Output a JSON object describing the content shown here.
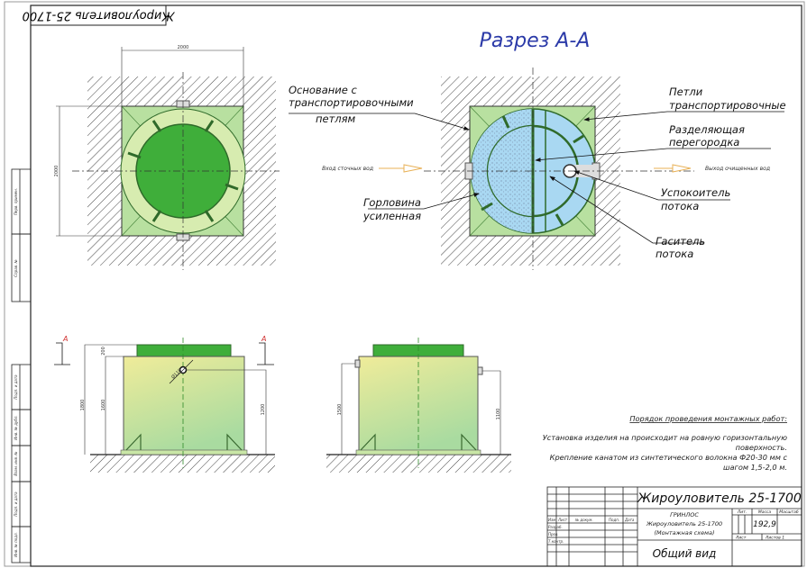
{
  "drawing": {
    "stamp_title": "Жироуловитель 25-1700",
    "section_title": "Разрез А-А",
    "section_marker": "А",
    "colors": {
      "section_title": "#2b3aa8",
      "green_dark": "#3fae3a",
      "green_light": "#b8e0a0",
      "water": "#a9d8f2",
      "flow_arrow": "#e8b055",
      "section_marker": "#d03030"
    }
  },
  "plan_view": {
    "dim_width": "2000",
    "dim_height": "2000"
  },
  "section_view": {
    "inlet_label": "Вход сточных вод",
    "outlet_label": "Выход очищенных вод",
    "callouts": {
      "base": [
        "Основание с",
        "транспортировочными",
        "петлям"
      ],
      "neck": [
        "Горловина",
        "усиленная"
      ],
      "loops": [
        "Петли",
        "транспортировочные"
      ],
      "partition": [
        "Разделяющая",
        "перегородка"
      ],
      "calmer": [
        "Успокоитель",
        "потока"
      ],
      "damper": [
        "Гаситель",
        "потока"
      ]
    }
  },
  "side_view_left": {
    "dim_total": "1800",
    "dim_body": "1600",
    "dim_lid": "200",
    "dim_pipe": "1200",
    "pipe_dia": "Ø110"
  },
  "side_view_right": {
    "dim_inlet": "1500",
    "dim_outlet": "1100"
  },
  "notes": {
    "heading": "Порядок проведения монтажных работ:",
    "lines": [
      "Установка изделия на происходит на ровную горизонтальную",
      "поверхность.",
      "Крепление канатом из синтетического волокна Ф20-30 мм с",
      "шагом 1,5-2,0 м."
    ]
  },
  "side_stamps": [
    "Перв. примен.",
    "Справ. №",
    "Подп. и дата",
    "Инв. № дубл.",
    "Взам. инв. №",
    "Подп. и дата",
    "Инв. № подл."
  ],
  "title_block": {
    "product": "Жироуловитель 25-1700",
    "company": "ГРИНЛОС",
    "doc_name": "Жироуловитель 25-1700",
    "doc_type": "(Монтажная схема)",
    "sheet_title": "Общий вид",
    "col_headers": [
      "Изм",
      "Лист",
      "№ докум.",
      "Подп.",
      "Дата"
    ],
    "roles": [
      "Разраб.",
      "Пров.",
      "Т.контр."
    ],
    "lit_label": "Лит.",
    "mass_label": "Масса",
    "scale_label": "Масштаб",
    "mass_value": "192,9",
    "sheet_label": "Лист",
    "sheets_label": "Листов 1"
  }
}
